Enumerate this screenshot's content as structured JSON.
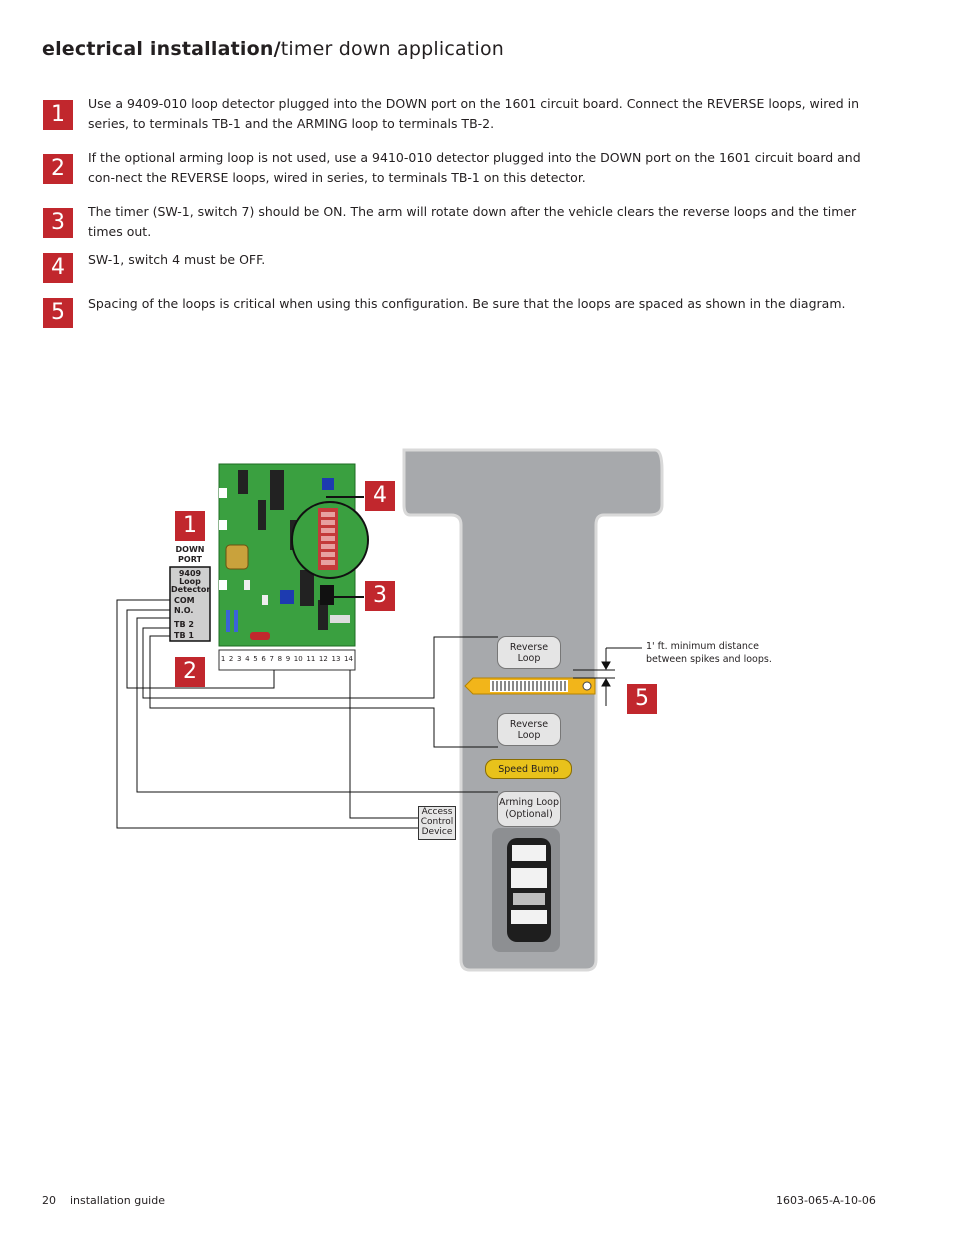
{
  "header": {
    "title_bold": "electrical installation/",
    "title_light": "timer down application"
  },
  "steps": [
    {
      "num": "1",
      "text": "Use a 9409-010 loop detector plugged into the DOWN port on the 1601 circuit board.  Connect the REVERSE loops, wired in series, to terminals TB-1 and the ARMING loop to terminals TB-2."
    },
    {
      "num": "2",
      "text": "If the optional arming loop is not used, use a 9410-010 detector plugged into the DOWN port on the 1601 circuit board and con-nect the REVERSE loops, wired in series, to terminals TB-1 on this detector."
    },
    {
      "num": "3",
      "text": "The timer (SW-1, switch 7) should be ON.  The arm will rotate down after the vehicle clears the reverse loops and the timer times out."
    },
    {
      "num": "4",
      "text": "SW-1, switch 4 must be OFF."
    },
    {
      "num": "5",
      "text": "Spacing of the loops is critical when using this configuration.  Be sure that the loops are spaced as shown in the diagram."
    }
  ],
  "diagram": {
    "down_port": "DOWN PORT",
    "detector_title": "9409 Loop Detector",
    "detector_com": "COM",
    "detector_no": "N.O.",
    "detector_tb2": "TB 2",
    "detector_tb1": "TB 1",
    "reverse_loop_1": "Reverse Loop",
    "reverse_loop_2": "Reverse Loop",
    "speed_bump": "Speed Bump",
    "arming_loop": "Arming Loop (Optional)",
    "access_control": "Access Control Device",
    "spacing_note": "1' ft. minimum distance between spikes and loops.",
    "callouts": [
      "1",
      "2",
      "3",
      "4",
      "5"
    ],
    "terminal_numbers": [
      "1",
      "2",
      "3",
      "4",
      "5",
      "6",
      "7",
      "8",
      "9",
      "10",
      "11",
      "12",
      "13",
      "14"
    ],
    "colors": {
      "callout": "#c1272d",
      "board": "#3aa040",
      "road": "#a7a9ac",
      "speed_bump": "#e8c21b",
      "spike_strip": "#f2b51a"
    }
  },
  "footer": {
    "left": "20    installation guide",
    "right": "1603-065-A-10-06"
  }
}
